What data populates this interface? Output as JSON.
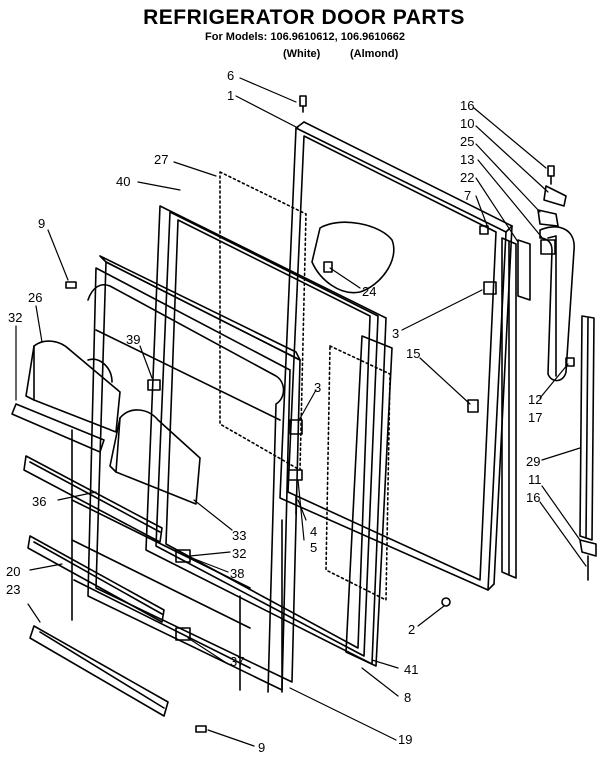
{
  "header": {
    "title": "REFRIGERATOR DOOR PARTS",
    "models_line": "For Models: 106.9610612, 106.9610662",
    "color_white": "(White)",
    "color_almond": "(Almond)"
  },
  "callouts": [
    {
      "id": "6"
    },
    {
      "id": "1"
    },
    {
      "id": "27"
    },
    {
      "id": "40"
    },
    {
      "id": "9a",
      "text": "9"
    },
    {
      "id": "26"
    },
    {
      "id": "32a",
      "text": "32"
    },
    {
      "id": "39"
    },
    {
      "id": "24"
    },
    {
      "id": "16a",
      "text": "16"
    },
    {
      "id": "10"
    },
    {
      "id": "25"
    },
    {
      "id": "13"
    },
    {
      "id": "22"
    },
    {
      "id": "7"
    },
    {
      "id": "3a",
      "text": "3"
    },
    {
      "id": "15"
    },
    {
      "id": "3b",
      "text": "3"
    },
    {
      "id": "12"
    },
    {
      "id": "17"
    },
    {
      "id": "29"
    },
    {
      "id": "11"
    },
    {
      "id": "16b",
      "text": "16"
    },
    {
      "id": "36"
    },
    {
      "id": "33"
    },
    {
      "id": "32b",
      "text": "32"
    },
    {
      "id": "38"
    },
    {
      "id": "4"
    },
    {
      "id": "5"
    },
    {
      "id": "20"
    },
    {
      "id": "23"
    },
    {
      "id": "37"
    },
    {
      "id": "2"
    },
    {
      "id": "41"
    },
    {
      "id": "8"
    },
    {
      "id": "19"
    },
    {
      "id": "9b",
      "text": "9"
    }
  ]
}
